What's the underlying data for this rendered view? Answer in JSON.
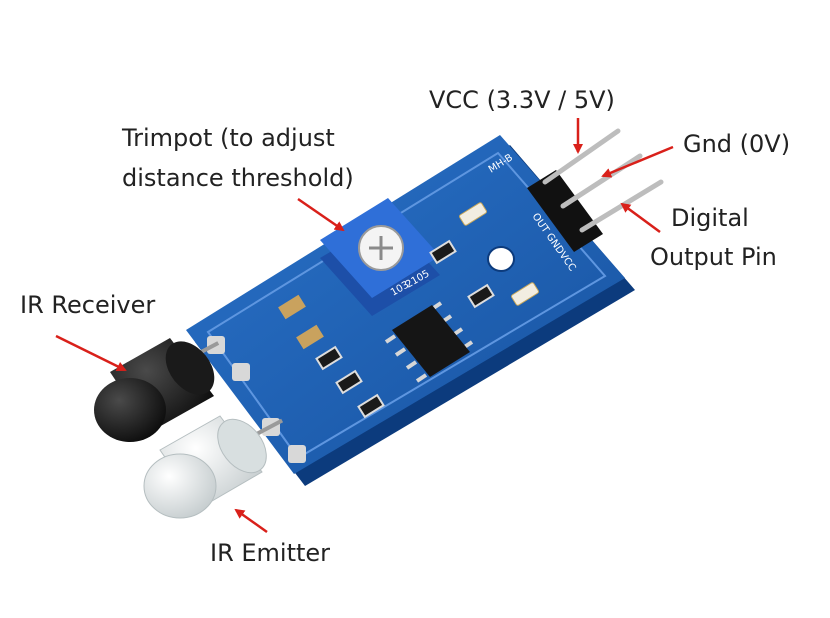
{
  "labels": {
    "vcc": "VCC (3.3V / 5V)",
    "gnd": "Gnd (0V)",
    "digital_line1": "Digital",
    "digital_line2": "Output Pin",
    "trimpot_line1": "Trimpot (to adjust",
    "trimpot_line2": "distance threshold)",
    "ir_receiver": "IR Receiver",
    "ir_emitter": "IR Emitter"
  },
  "board": {
    "model": "MH-B",
    "pin_header": "OUT GNDVCC",
    "chip_code": "2105",
    "pot_code": "103"
  },
  "colors": {
    "pcb": "#1f5fb4",
    "pcb_edge": "#0c3b7d",
    "arrow": "#d9201a",
    "text": "#222222",
    "pot": "#2f6fd8",
    "receiver": "#111111",
    "emitter": "#e6e6e6",
    "header": "#111111",
    "pin": "#bdbdbd"
  }
}
